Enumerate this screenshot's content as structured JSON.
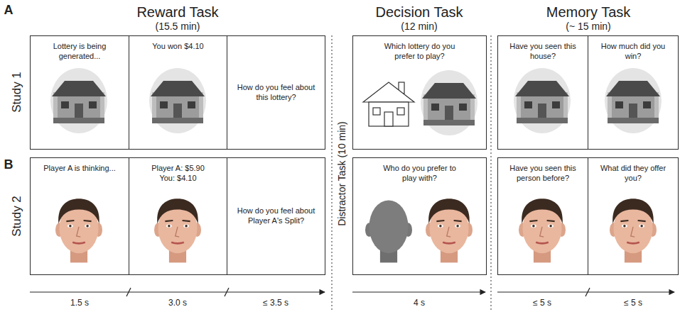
{
  "diagram": {
    "nodes": [
      {
        "text": [
          "Lottery is being generated..."
        ]
      },
      {
        "text": [
          "You won $4.10"
        ]
      },
      {
        "text": [
          "How do you feel about this lottery?"
        ]
      },
      {
        "text": [
          "Which lottery do you prefer to play?"
        ]
      },
      {
        "text": [
          "Have you seen this house?"
        ]
      },
      {
        "text": [
          "How much did you win?"
        ]
      },
      {
        "text": [
          "Player A is thinking..."
        ]
      },
      {
        "text": [
          "Player A: $5.90",
          "You: $4.10"
        ]
      },
      {
        "text": [
          "How do you feel about Player A's Split?"
        ]
      },
      {
        "text": [
          "Who do you prefer to play with?"
        ]
      },
      {
        "text": [
          "Have you seen this person before?"
        ]
      },
      {
        "text": [
          "What did they offer you?"
        ]
      }
    ],
    "labels": [
      "A",
      "Reward Task",
      "(15.5 min)",
      "Decision Task",
      "(12 min)",
      "Memory Task",
      "(~ 15 min)",
      "Study 1",
      "B",
      "Study 2",
      "Distractor Task (10 min)",
      "1.5 s",
      "3.0 s",
      "≤ 3.5 s",
      "4 s",
      "≤ 5 s",
      "≤ 5 s"
    ]
  }
}
